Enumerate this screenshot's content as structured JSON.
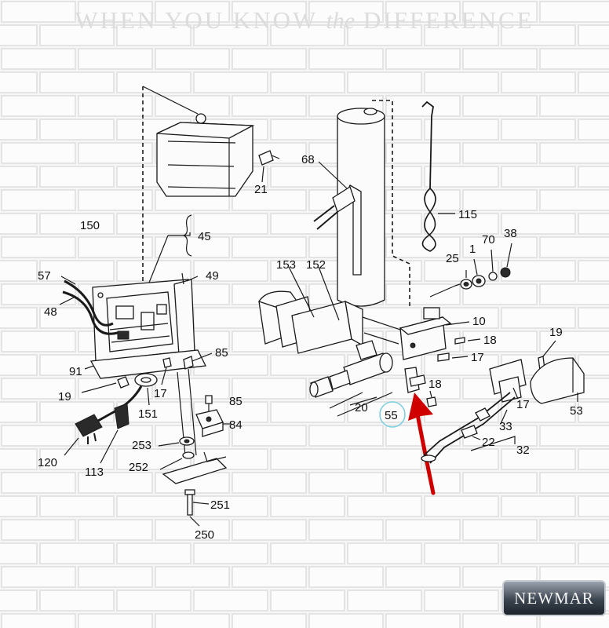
{
  "tagline": {
    "pre": "WHEN YOU KNOW ",
    "the": "the",
    "post": " DIFFERENCE"
  },
  "brand": "NEWMAR",
  "colors": {
    "arrow": "#d00000",
    "highlight": "#7fd0df",
    "line": "#1a1a1a",
    "brick": "#e4e4e4"
  },
  "callouts": {
    "p21": "21",
    "p45": "45",
    "p150": "150",
    "p49": "49",
    "p57": "57",
    "p48": "48",
    "p91": "91",
    "p85a": "85",
    "p19a": "19",
    "p17a": "17",
    "p151": "151",
    "p85b": "85",
    "p84": "84",
    "p120": "120",
    "p113": "113",
    "p253": "253",
    "p252": "252",
    "p251": "251",
    "p250": "250",
    "p68": "68",
    "p115": "115",
    "p153": "153",
    "p152": "152",
    "p25": "25",
    "p1": "1",
    "p70": "70",
    "p38": "38",
    "p10": "10",
    "p18a": "18",
    "p17b": "17",
    "p19b": "19",
    "p18b": "18",
    "p20": "20",
    "p55": "55",
    "p17c": "17",
    "p53": "53",
    "p33": "33",
    "p22": "22",
    "p32": "32"
  }
}
